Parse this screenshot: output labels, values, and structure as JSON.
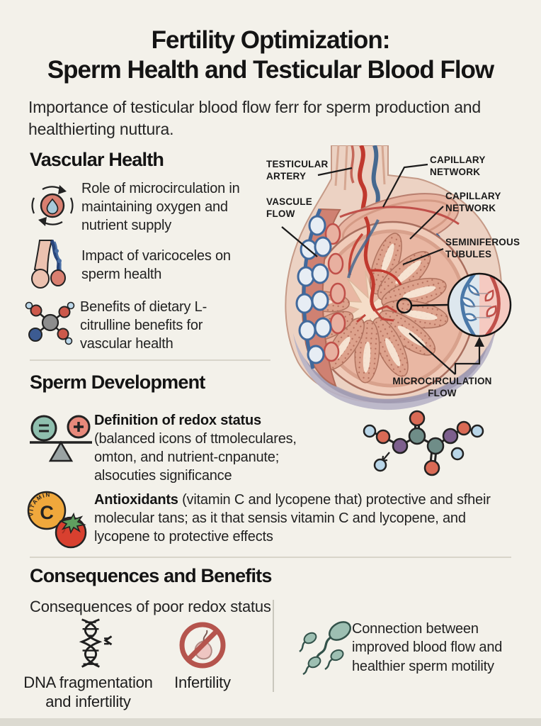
{
  "header": {
    "title_line1": "Fertility Optimization:",
    "title_line2": "Sperm Health and Testicular Blood Flow",
    "subtitle": "Importance of testicular blood flow ferr for sperm production and healthierting nuttura."
  },
  "vascular_health": {
    "heading": "Vascular Health",
    "items": [
      {
        "icon": "circulation-droplet-icon",
        "text": "Role of microcirculation in maintaining oxygen and nutrient supply"
      },
      {
        "icon": "varicocele-icon",
        "text": "Impact of varicoceles on sperm health"
      },
      {
        "icon": "citrulline-molecule-icon",
        "text": "Benefits of dietary L-citrulline benefits for vascular health"
      }
    ]
  },
  "sperm_development": {
    "heading": "Sperm Development",
    "items": [
      {
        "icon": "redox-balance-icon",
        "lead": "Definition of redox status",
        "text": " (balanced icons of ttmoleculares, omton, and nutrient-cnpanute; alsocuties significance"
      },
      {
        "icon": "vitamin-c-tomato-icon",
        "lead": "Antioxidants",
        "text": " (vitamin C and lycopene that) protective and sfheir molecular tans; as it that sensis vitamin C and lycopene, and lycopene to protective effects"
      }
    ]
  },
  "diagram": {
    "labels": [
      {
        "text": "TESTICULAR ARTERY"
      },
      {
        "text": "VASCULE FLOW"
      },
      {
        "text": "CAPILLARY NETWORK"
      },
      {
        "text": "CAPILLARY NETWORK"
      },
      {
        "text": "SEMINIFEROUS TUBULES"
      },
      {
        "text": "MICROCIRCULATION FLOW"
      }
    ]
  },
  "icons": {
    "vitamin_word": "VITAMIN",
    "vitamin_letter": "C"
  },
  "consequences": {
    "heading": "Consequences and Benefits",
    "subheading": "Consequences of poor redox status",
    "dna_label": "DNA fragmentation and infertility",
    "infertility_label": "Infertility",
    "benefit_text": "Connection between improved blood flow and healthier sperm motility"
  },
  "colors": {
    "background": "#f3f1ea",
    "text": "#1b1b1b",
    "artery_red": "#c0392e",
    "vein_blue": "#4a6fa5",
    "flesh": "#ecd2c3",
    "accent_teal": "#8fbfae",
    "accent_salmon": "#e8897b",
    "vitamin_orange": "#f0a83c",
    "tomato_red": "#d8402f"
  }
}
